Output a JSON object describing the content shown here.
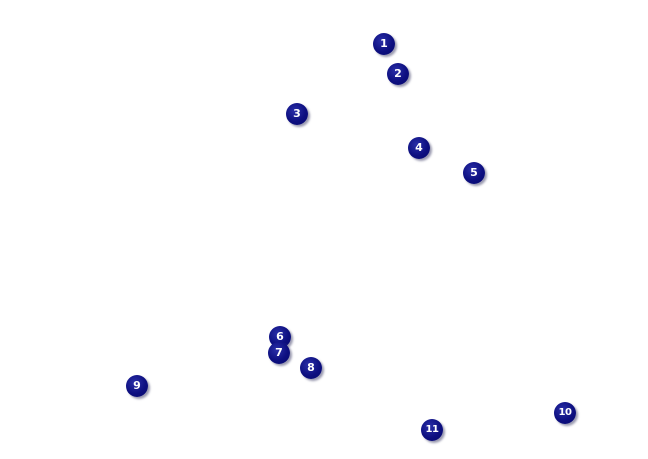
{
  "map": {
    "colors": {
      "background": "#ffffff",
      "marker_fill": "#0d0f80",
      "marker_text": "#ffffff"
    },
    "markers": [
      {
        "label": "1"
      },
      {
        "label": "2"
      },
      {
        "label": "3"
      },
      {
        "label": "4"
      },
      {
        "label": "5"
      },
      {
        "label": "6"
      },
      {
        "label": "7"
      },
      {
        "label": "8"
      },
      {
        "label": "9"
      },
      {
        "label": "10"
      },
      {
        "label": "11"
      }
    ]
  }
}
